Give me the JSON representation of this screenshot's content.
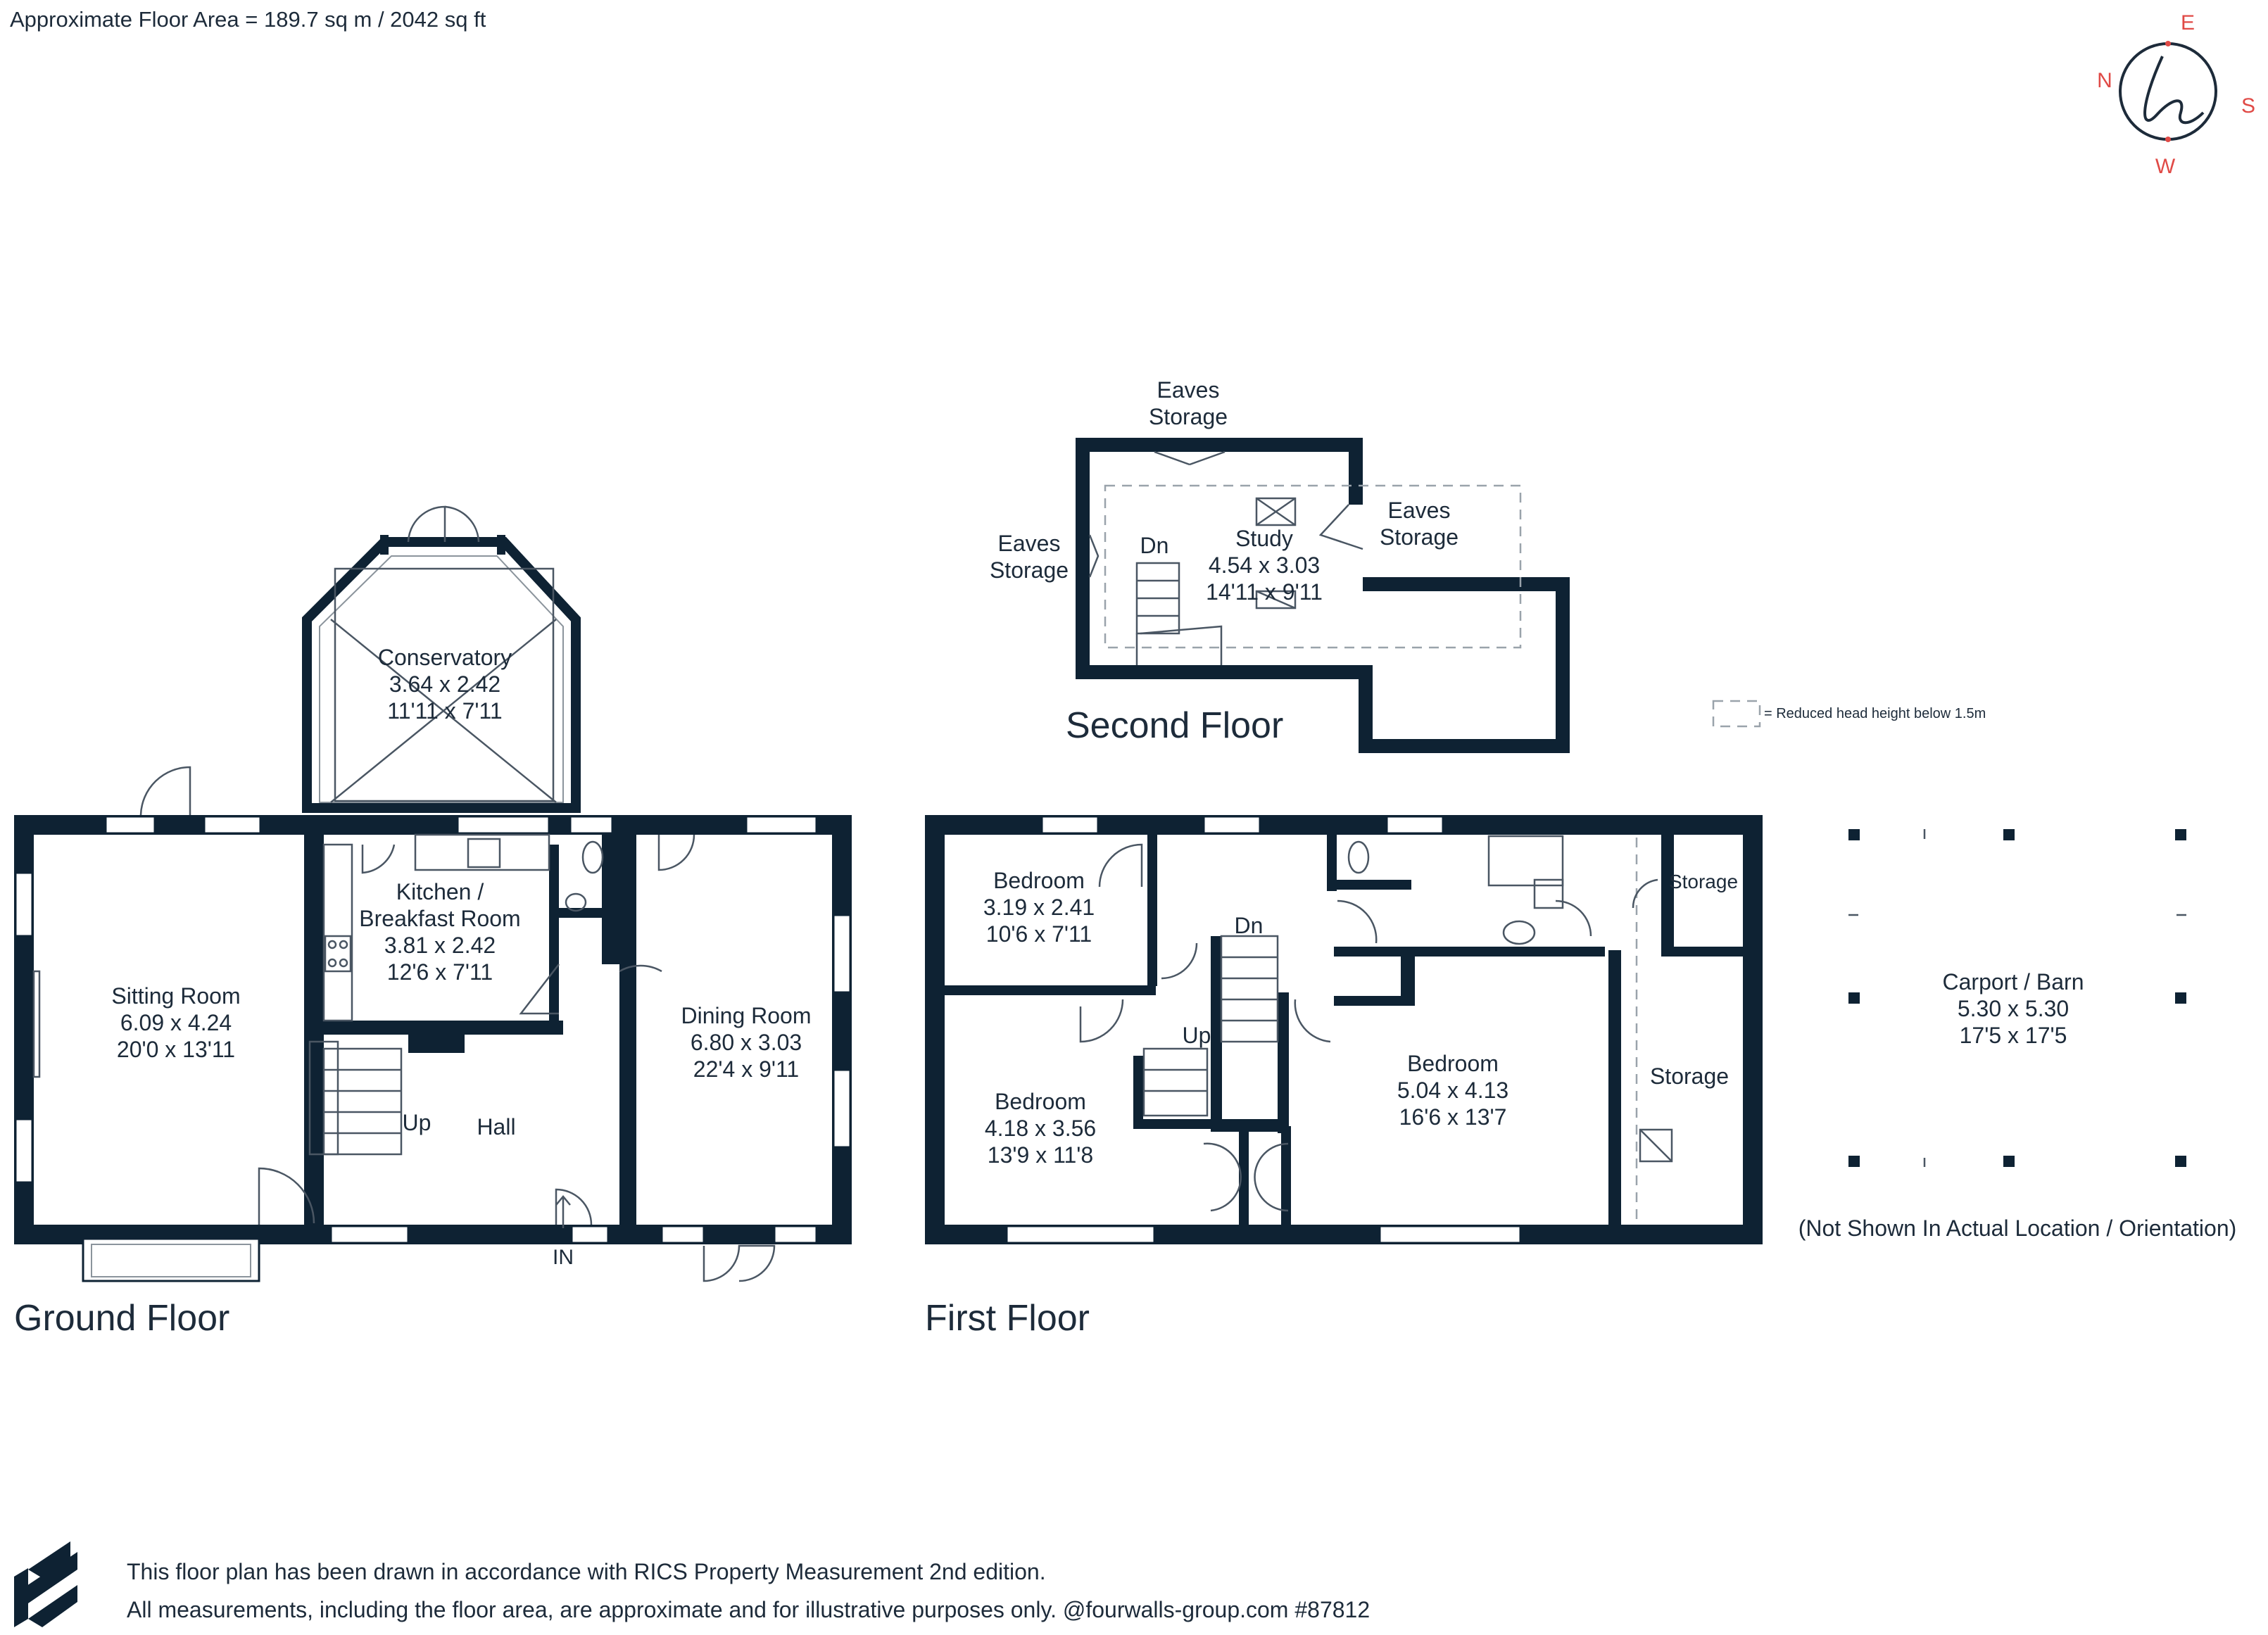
{
  "header": {
    "area": "Approximate Floor Area = 189.7 sq m / 2042 sq ft"
  },
  "compass": {
    "n": "N",
    "e": "E",
    "s": "S",
    "w": "W",
    "accent": "#e04a46"
  },
  "colors": {
    "wall": "#0e2233",
    "text": "#1d2b3a"
  },
  "ground": {
    "title": "Ground Floor",
    "sitting": [
      "Sitting Room",
      "6.09 x 4.24",
      "20'0 x 13'11"
    ],
    "conservatory": [
      "Conservatory",
      "3.64 x 2.42",
      "11'11 x 7'11"
    ],
    "kitchen": [
      "Kitchen /",
      "Breakfast Room",
      "3.81 x 2.42",
      "12'6 x 7'11"
    ],
    "dining": [
      "Dining Room",
      "6.80 x 3.03",
      "22'4 x 9'11"
    ],
    "hall": "Hall",
    "up": "Up",
    "in": "IN"
  },
  "first": {
    "title": "First Floor",
    "bed1": [
      "Bedroom",
      "3.19 x 2.41",
      "10'6 x 7'11"
    ],
    "bed2": [
      "Bedroom",
      "4.18 x 3.56",
      "13'9 x 11'8"
    ],
    "bed3": [
      "Bedroom",
      "5.04 x 4.13",
      "16'6 x 13'7"
    ],
    "storage1": "Storage",
    "storage2": "Storage",
    "dn": "Dn",
    "up": "Up"
  },
  "second": {
    "title": "Second Floor",
    "study": [
      "Study",
      "4.54 x 3.03",
      "14'11 x 9'11"
    ],
    "eaves_top": [
      "Eaves",
      "Storage"
    ],
    "eaves_left": [
      "Eaves",
      "Storage"
    ],
    "eaves_right": [
      "Eaves",
      "Storage"
    ],
    "dn": "Dn",
    "legend": "= Reduced head height below 1.5m"
  },
  "carport": {
    "label": [
      "Carport / Barn",
      "5.30 x 5.30",
      "17'5 x 17'5"
    ],
    "note": "(Not Shown In Actual Location / Orientation)"
  },
  "footer": {
    "line1": "This floor plan has been drawn in accordance with RICS Property Measurement 2nd edition.",
    "line2": "All measurements, including the floor area, are approximate and for illustrative purposes only. @fourwalls-group.com #87812"
  }
}
